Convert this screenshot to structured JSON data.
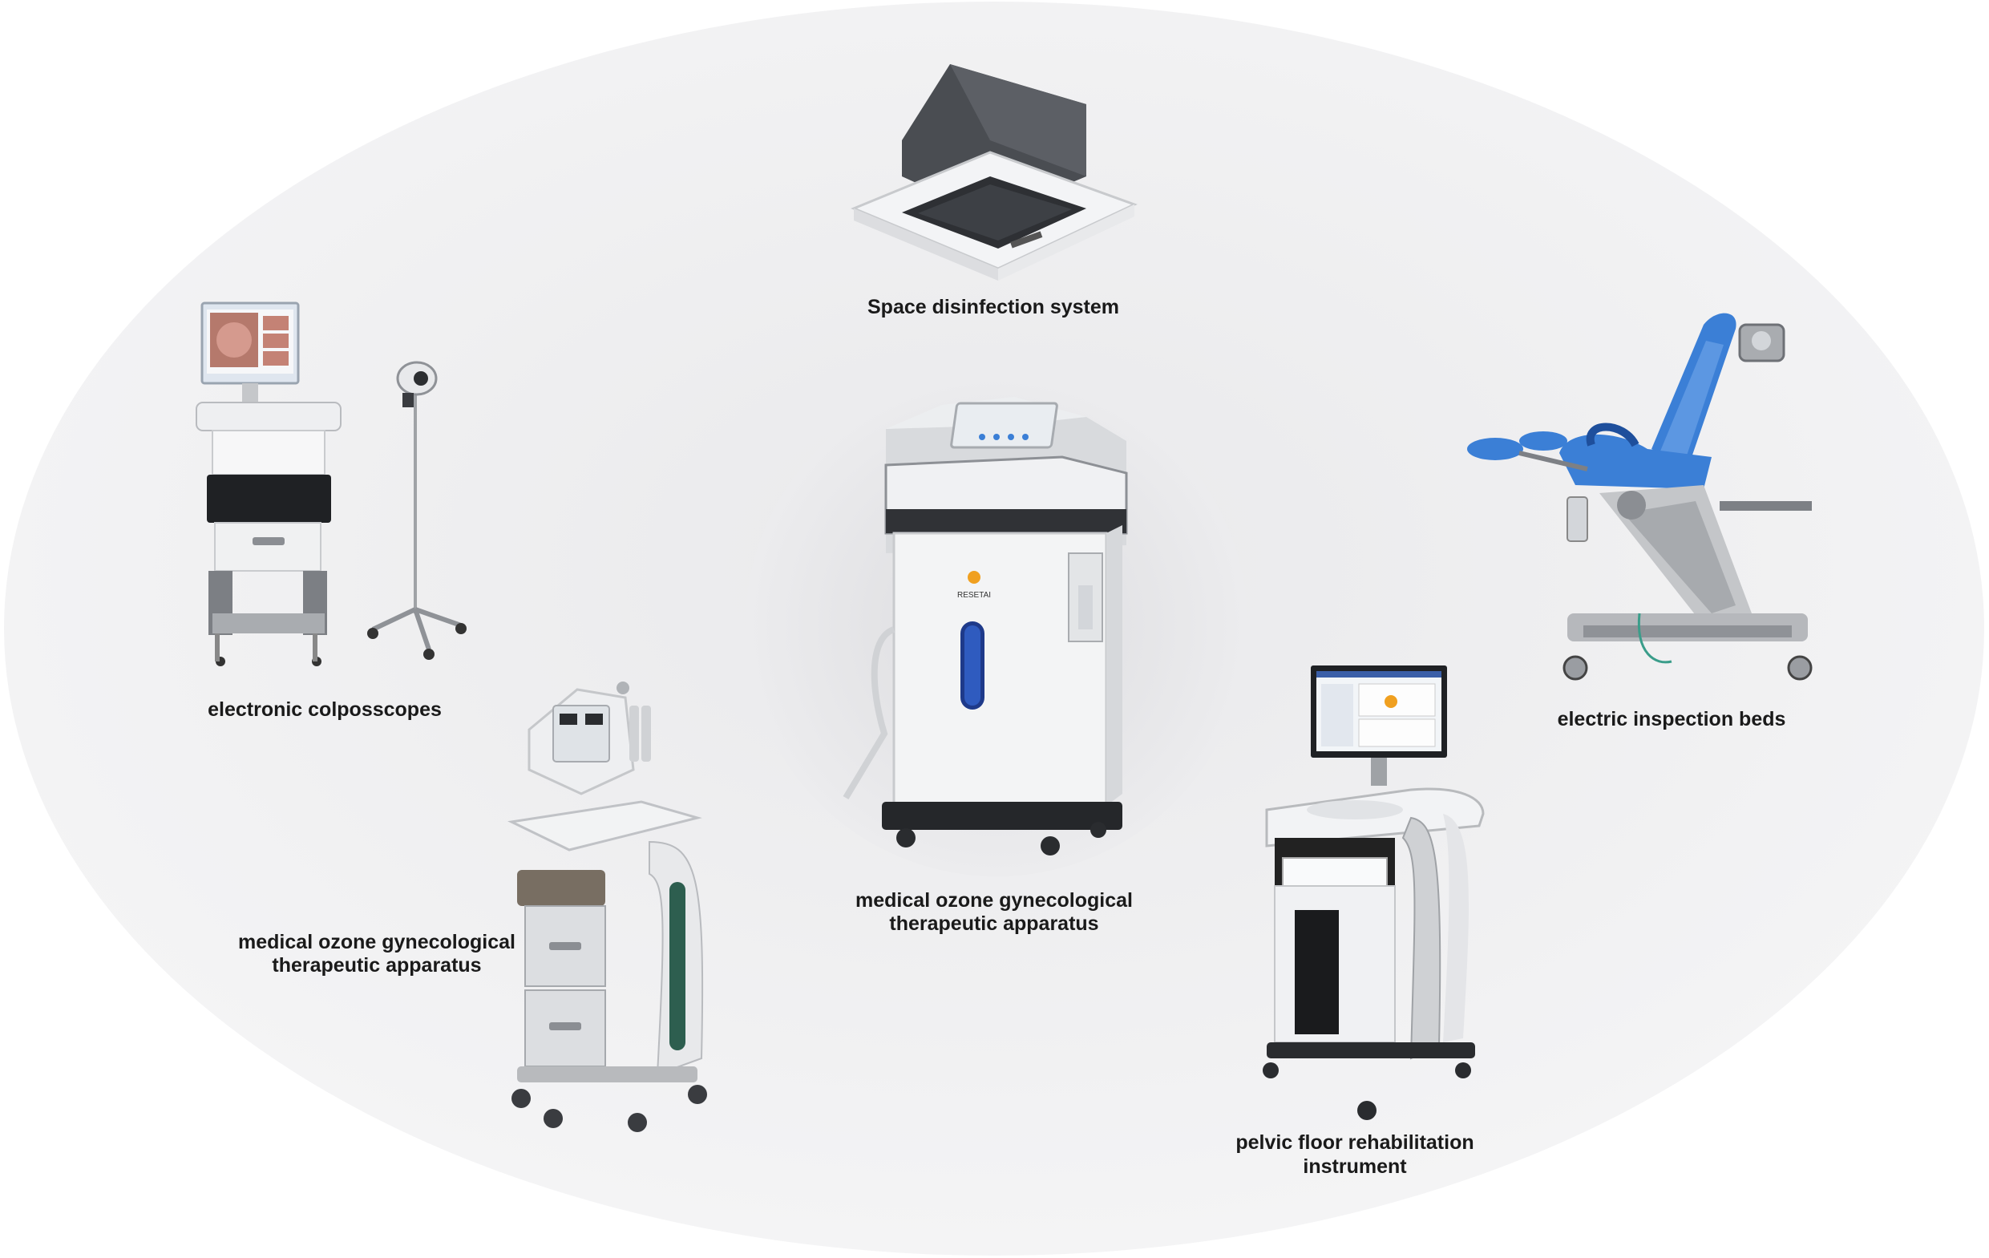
{
  "products": {
    "disinfection": {
      "label": "Space disinfection system",
      "icon": "ceiling-disinfection-unit-icon"
    },
    "colposcope": {
      "label": "electronic colposscopes",
      "icon": "colposcope-cart-icon"
    },
    "ozone_center": {
      "label_line1": "medical ozone gynecological",
      "label_line2": "therapeutic apparatus",
      "icon": "ozone-cabinet-icon"
    },
    "ozone_left": {
      "label_line1": "medical ozone gynecological",
      "label_line2": "therapeutic apparatus",
      "icon": "ozone-trolley-icon"
    },
    "inspection_bed": {
      "label": "electric inspection beds",
      "icon": "gynecological-chair-icon"
    },
    "pelvic": {
      "label_line1": "pelvic floor rehabilitation",
      "label_line2": "instrument",
      "icon": "pelvic-workstation-icon"
    }
  },
  "colors": {
    "background": "#ffffff",
    "oval": "#f0f0f1",
    "spotlight": "#e6e6e8",
    "label_text": "#1a1a1a",
    "device_blue": "#3b7fd6",
    "device_silver": "#c9cbce",
    "device_dark": "#2d2f33"
  }
}
